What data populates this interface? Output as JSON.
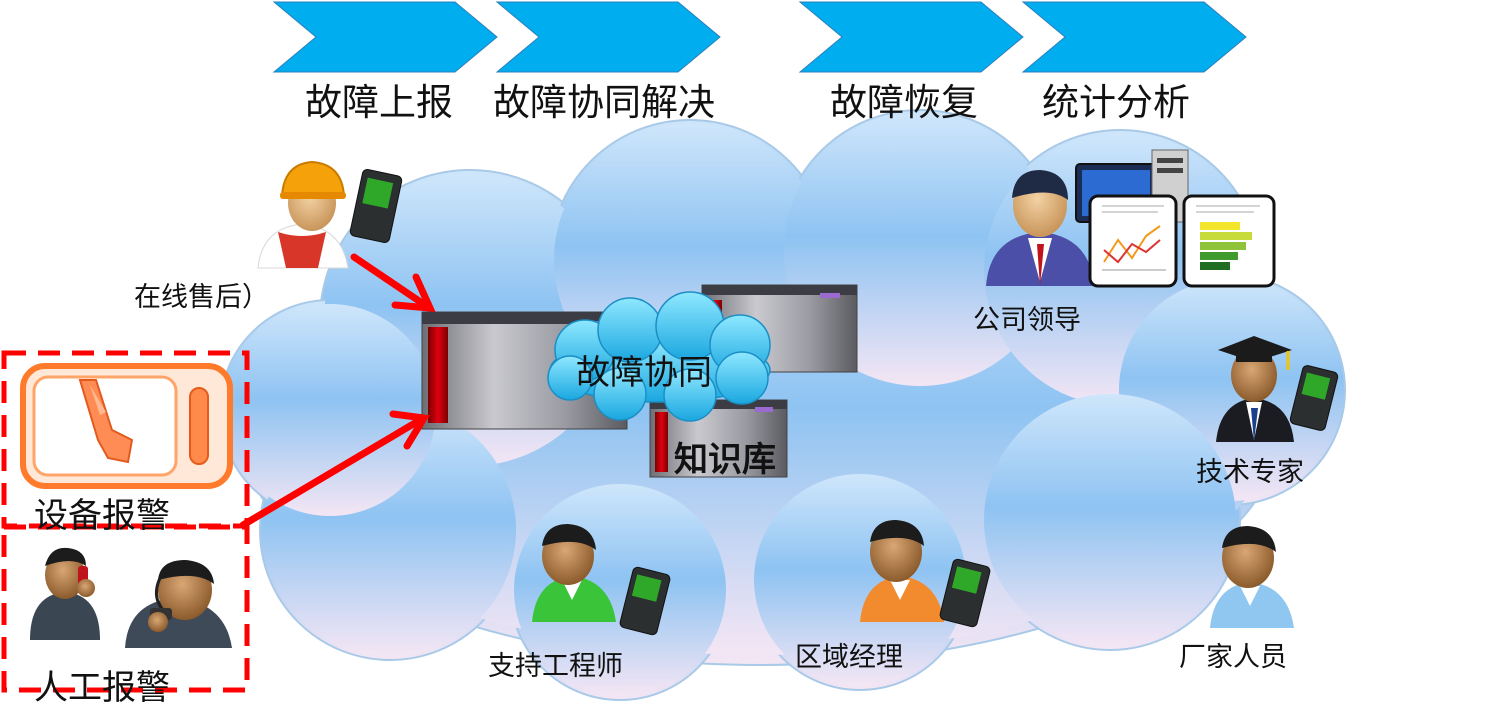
{
  "process_steps": [
    {
      "label": "故障上报"
    },
    {
      "label": "故障协同解决"
    },
    {
      "label": "故障恢复"
    },
    {
      "label": "统计分析"
    }
  ],
  "center": {
    "cloud_label": "故障协同",
    "knowledge_base_label": "知识库"
  },
  "people": {
    "online_service": "在线售后）",
    "company_leader": "公司领导",
    "tech_expert": "技术专家",
    "support_engineer": "支持工程师",
    "regional_manager": "区域经理",
    "vendor_staff": "厂家人员"
  },
  "alarms": {
    "device_alarm": "设备报警",
    "manual_alarm": "人工报警"
  },
  "colors": {
    "chevron": "#00AEEF",
    "arrow": "#FF0000",
    "dashed_box": "#FF0000",
    "cloud_top": "#8EC3F2",
    "cloud_bottom": "#F4E6F4"
  }
}
